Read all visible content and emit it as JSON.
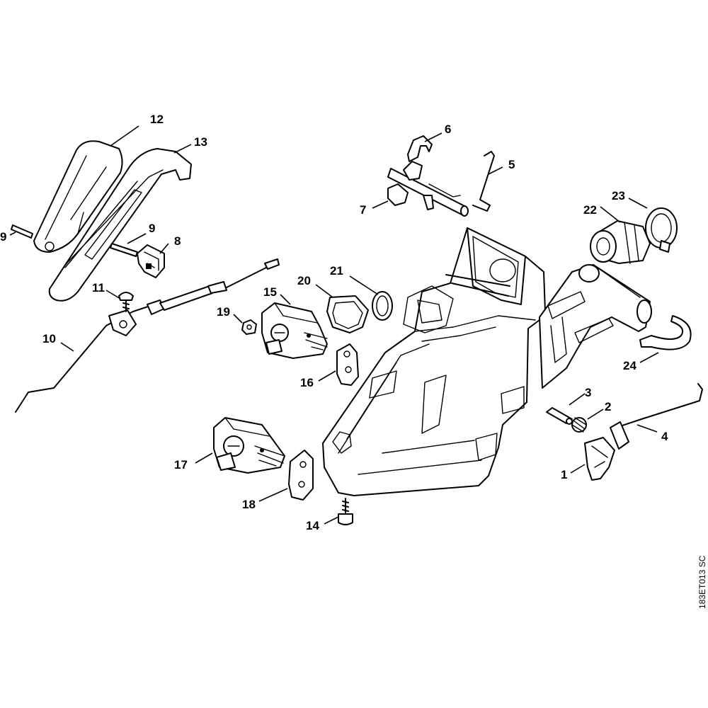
{
  "labels": {
    "l1": "1",
    "l2": "2",
    "l3": "3",
    "l4": "4",
    "l5": "5",
    "l6": "6",
    "l7": "7",
    "l8": "8",
    "l9a": "9",
    "l9b": "9",
    "l10": "10",
    "l11": "11",
    "l12": "12",
    "l13": "13",
    "l14": "14",
    "l15": "15",
    "l16": "16",
    "l17": "17",
    "l18": "18",
    "l19": "19",
    "l20": "20",
    "l21": "21",
    "l22": "22",
    "l23": "23",
    "l24": "24"
  },
  "drawing_code": "183ET013 SC"
}
